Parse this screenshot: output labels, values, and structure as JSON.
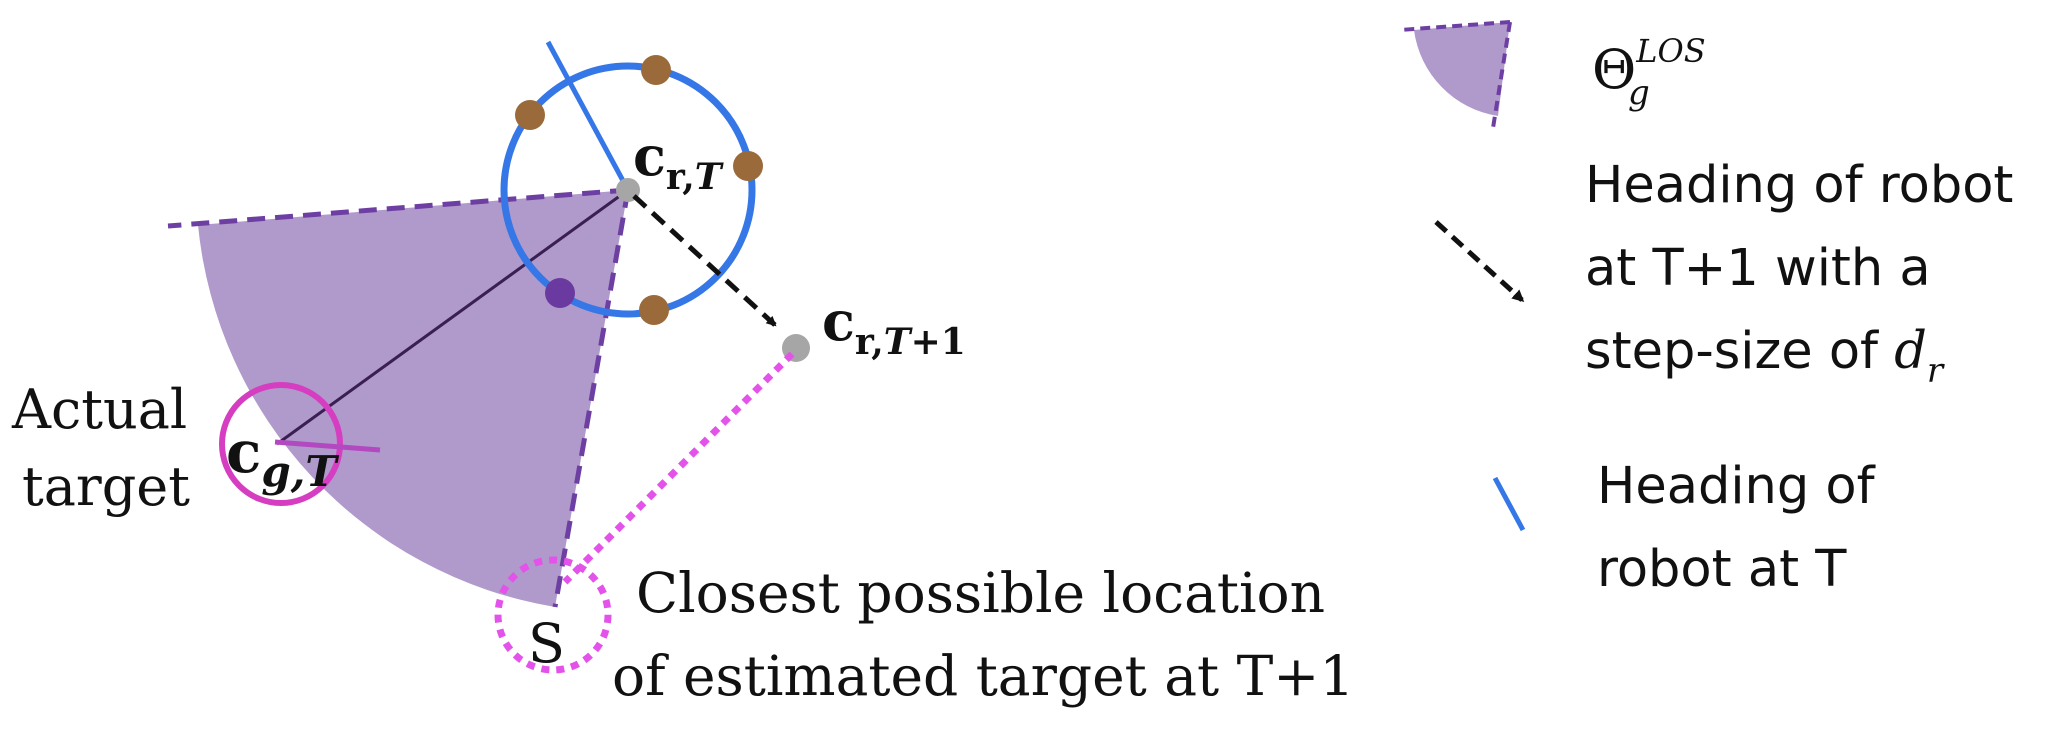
{
  "colors": {
    "fov_fill": "#b09acb",
    "fov_edge": "#6e3fa3",
    "robot_circle": "#3577e6",
    "heading_line": "#3577e6",
    "sensor_dot": "#9b6a3a",
    "robot_center_dot": "#a6a6a6",
    "closest_sensor_dot": "#6b3aa0",
    "target_circle": "#d63ec2",
    "target_heading": "#b249c1",
    "dotted_pink": "#e353ea",
    "los_line": "#3a1f52",
    "arrow": "#111111"
  },
  "labels": {
    "robot_center": {
      "main": "c",
      "sub_bold": "r",
      "sub_sep": ",",
      "sub_italic": "T"
    },
    "robot_next": {
      "main": "c",
      "sub_bold": "r",
      "sub_sep": ",",
      "sub_italic": "T",
      "sub_rest": "+1"
    },
    "target_center": {
      "main": "c",
      "sub_italic": "g,T"
    },
    "actual_target_line1": "Actual",
    "actual_target_line2": "target",
    "point_s": "S",
    "closest_line1": "Closest possible location",
    "closest_line2": "of estimated target at T+1"
  },
  "legend": {
    "fov_symbol": {
      "main": "Θ",
      "sub": "g",
      "sup": "LOS"
    },
    "arrow_line1": "Heading of robot",
    "arrow_line2": "at T+1 with a",
    "arrow_line3_text": "step-size of ",
    "arrow_line3_math": "d",
    "arrow_line3_sub": "r",
    "heading_line1": "Heading of",
    "heading_line2": "robot at T"
  },
  "icons": {
    "fov_legend": "fov-wedge-icon",
    "arrow_legend": "dashed-arrow-icon",
    "heading_legend": "blue-line-icon"
  }
}
